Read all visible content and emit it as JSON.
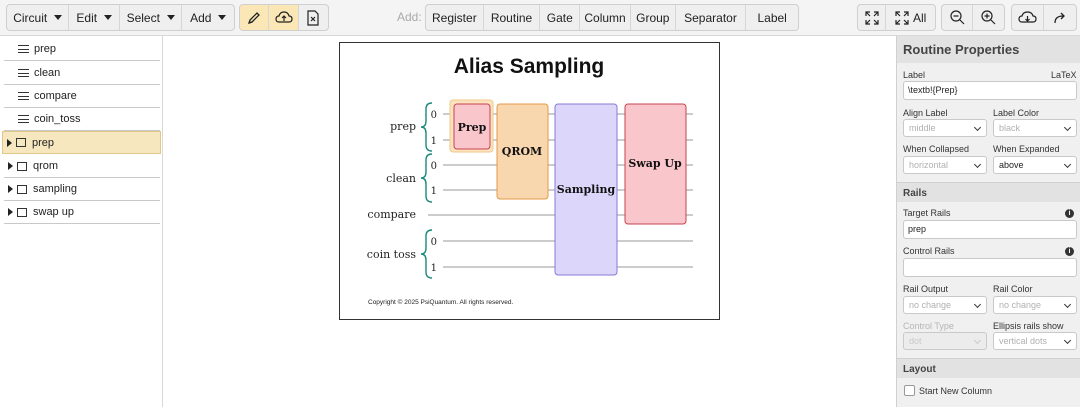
{
  "toolbar": {
    "circuit": "Circuit",
    "edit": "Edit",
    "select": "Select",
    "add": "Add",
    "add_label": "Add:",
    "add_items": [
      "Register",
      "Routine",
      "Gate",
      "Column",
      "Group",
      "Separator",
      "Label"
    ],
    "all": "All"
  },
  "sidebar": {
    "items": [
      {
        "label": "prep"
      },
      {
        "label": "clean"
      },
      {
        "label": "compare"
      },
      {
        "label": "coin_toss"
      },
      {
        "label": "prep"
      },
      {
        "label": "qrom"
      },
      {
        "label": "sampling"
      },
      {
        "label": "swap up"
      }
    ]
  },
  "diagram": {
    "title": "Alias Sampling",
    "registers": {
      "prep": "prep",
      "clean": "clean",
      "compare": "compare",
      "coin_toss": "coin toss"
    },
    "wire_labels": [
      "0",
      "1",
      "0",
      "1",
      "0",
      "1"
    ],
    "gates": {
      "prep": "Prep",
      "qrom": "QROM",
      "sampling": "Sampling",
      "swap_up": "Swap Up"
    },
    "copyright": "Copyright © 2025 PsiQuantum. All rights reserved."
  },
  "panel": {
    "title": "Routine Properties",
    "label_label": "Label",
    "latex_label": "LaTeX",
    "label_value": "\\textb!{Prep}",
    "align_label": "Align Label",
    "align_value": "middle",
    "label_color": "Label Color",
    "label_color_value": "black",
    "when_collapsed": "When Collapsed",
    "when_collapsed_value": "horizontal",
    "when_expanded": "When Expanded",
    "when_expanded_value": "above",
    "rails_section": "Rails",
    "target_rails": "Target Rails",
    "target_rails_value": "prep",
    "control_rails": "Control Rails",
    "rail_output": "Rail Output",
    "rail_output_value": "no change",
    "rail_color": "Rail Color",
    "rail_color_value": "no change",
    "control_type": "Control Type",
    "control_type_value": "dot",
    "ellipsis_rails": "Ellipsis rails show",
    "ellipsis_rails_value": "vertical dots",
    "layout_section": "Layout",
    "start_new_column": "Start New Column"
  }
}
